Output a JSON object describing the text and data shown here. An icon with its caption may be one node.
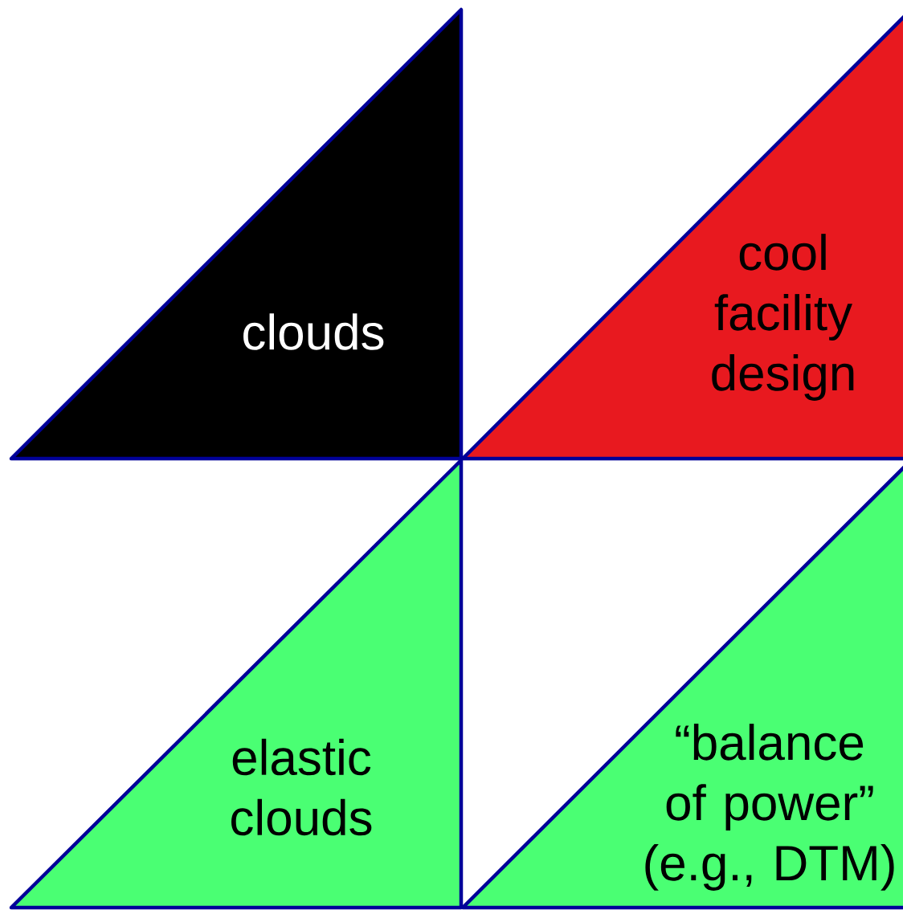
{
  "diagram": {
    "nodes": [
      {
        "text": [
          "clouds"
        ]
      },
      {
        "text": [
          "cool facility design"
        ]
      },
      {
        "text": [
          "elastic clouds"
        ]
      },
      {
        "text": [
          "“balance of power” (e.g., DTM)"
        ]
      }
    ]
  }
}
